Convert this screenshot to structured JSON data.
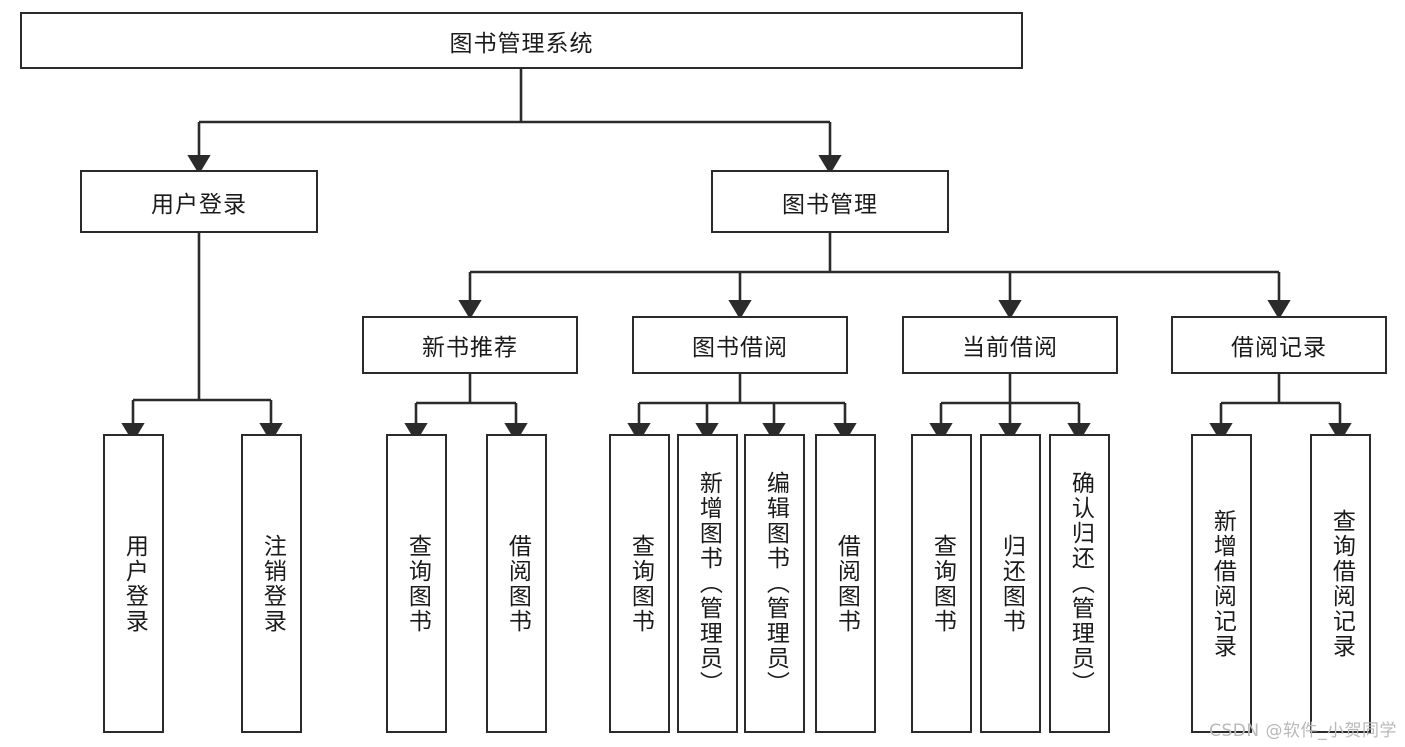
{
  "diagram": {
    "type": "tree",
    "title": "图书管理系统",
    "orientation": "top-down",
    "root": {
      "label": "图书管理系统"
    },
    "level2": [
      {
        "label": "用户登录"
      },
      {
        "label": "图书管理"
      }
    ],
    "level3": [
      {
        "label": "新书推荐",
        "parent": "图书管理"
      },
      {
        "label": "图书借阅",
        "parent": "图书管理"
      },
      {
        "label": "当前借阅",
        "parent": "图书管理"
      },
      {
        "label": "借阅记录",
        "parent": "图书管理"
      }
    ],
    "leaves": {
      "用户登录": [
        {
          "label": "用户登录"
        },
        {
          "label": "注销登录"
        }
      ],
      "新书推荐": [
        {
          "label": "查询图书"
        },
        {
          "label": "借阅图书"
        }
      ],
      "图书借阅": [
        {
          "label": "查询图书"
        },
        {
          "label": "新增图书（管理员）"
        },
        {
          "label": "编辑图书（管理员）"
        },
        {
          "label": "借阅图书"
        }
      ],
      "当前借阅": [
        {
          "label": "查询图书"
        },
        {
          "label": "归还图书"
        },
        {
          "label": "确认归还（管理员）"
        }
      ],
      "借阅记录": [
        {
          "label": "新增借阅记录"
        },
        {
          "label": "查询借阅记录"
        }
      ]
    }
  },
  "watermark": {
    "text": "CSDN @软件_小贺同学"
  },
  "colors": {
    "stroke": "#2b2b2b",
    "fill": "#ffffff",
    "text": "#1b1b1b",
    "watermark": "#b9b9b9"
  }
}
